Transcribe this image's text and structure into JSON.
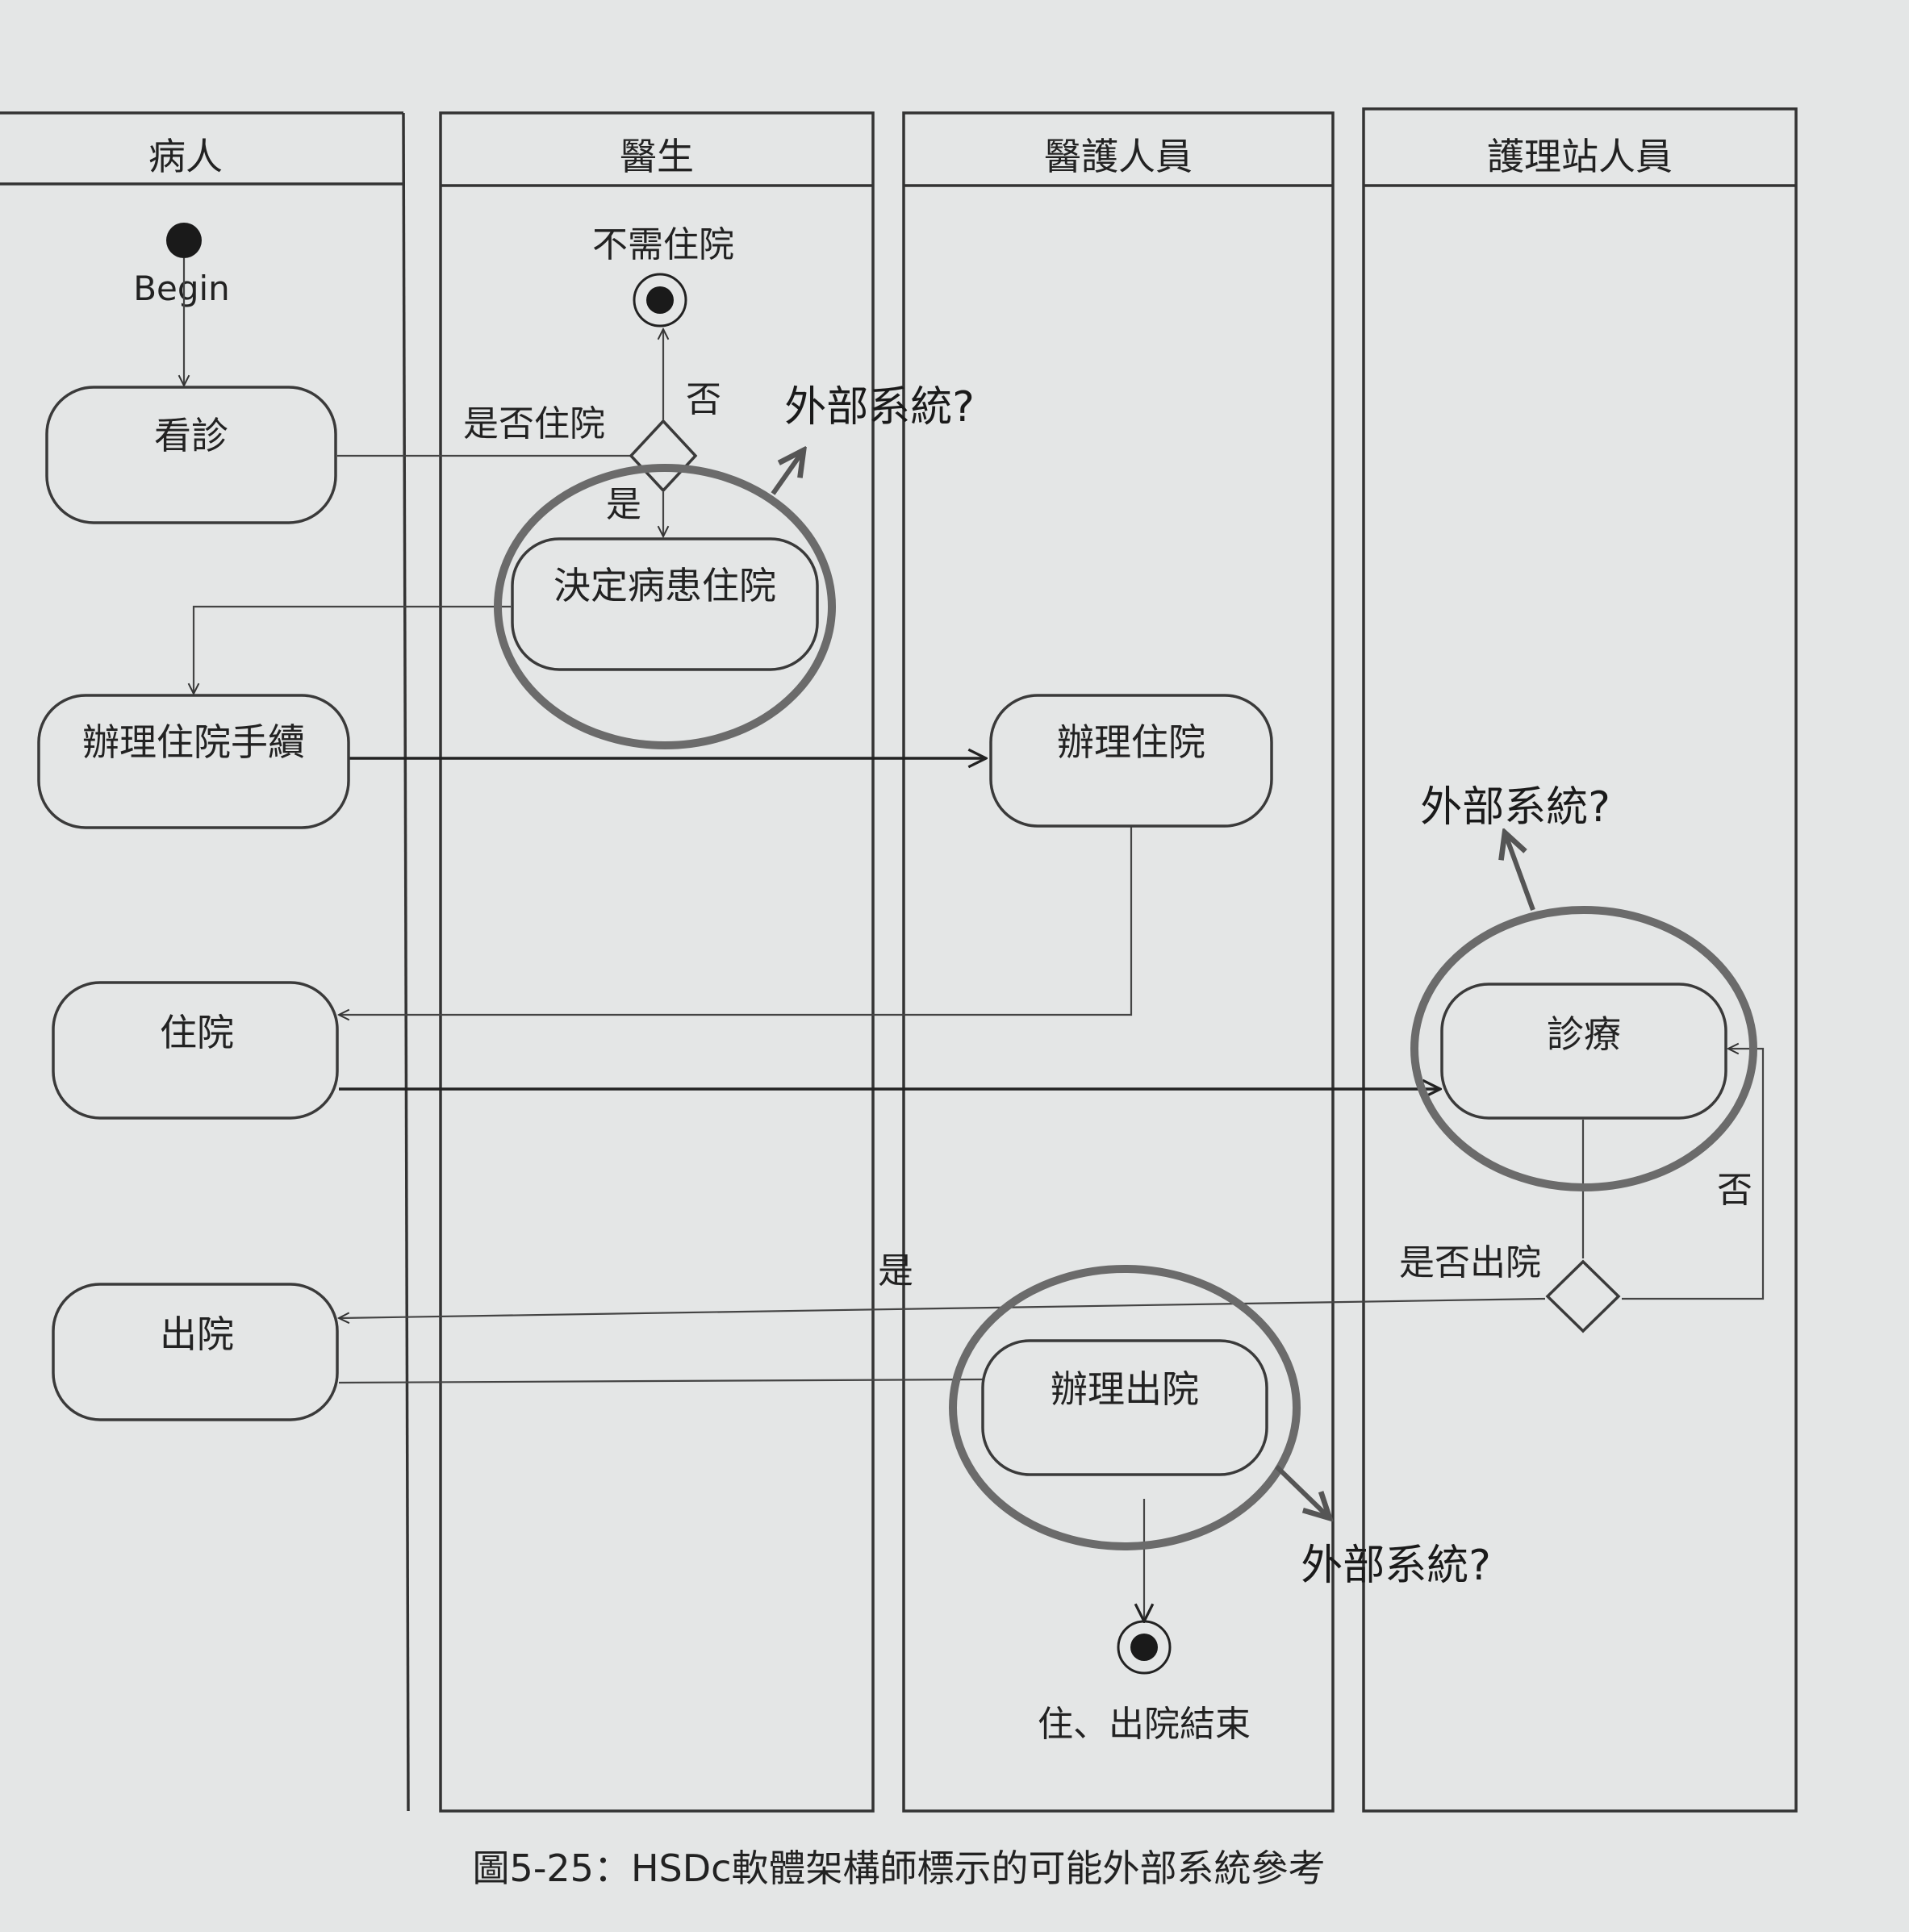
{
  "lanes": [
    "病人",
    "醫生",
    "醫護人員",
    "護理站人員"
  ],
  "start_label": "Begin",
  "nodes": {
    "visit": "看診",
    "decide_admit": "決定病患住院",
    "admission_procedure": "辦理住院手續",
    "process_admission": "辦理住院",
    "hospitalized": "住院",
    "treatment": "診療",
    "discharged": "出院",
    "process_discharge": "辦理出院"
  },
  "decisions": {
    "admit_question": "是否住院",
    "discharge_question": "是否出院"
  },
  "branch_labels": {
    "yes_admit": "是",
    "no_admit": "否",
    "yes_discharge": "是",
    "no_discharge": "否"
  },
  "end_labels": {
    "no_admission": "不需住院",
    "finished": "住、出院結束"
  },
  "callouts": [
    "外部系統?",
    "外部系統?",
    "外部系統?"
  ],
  "caption": "圖5-25：HSDc軟體架構師標示的可能外部系統參考"
}
